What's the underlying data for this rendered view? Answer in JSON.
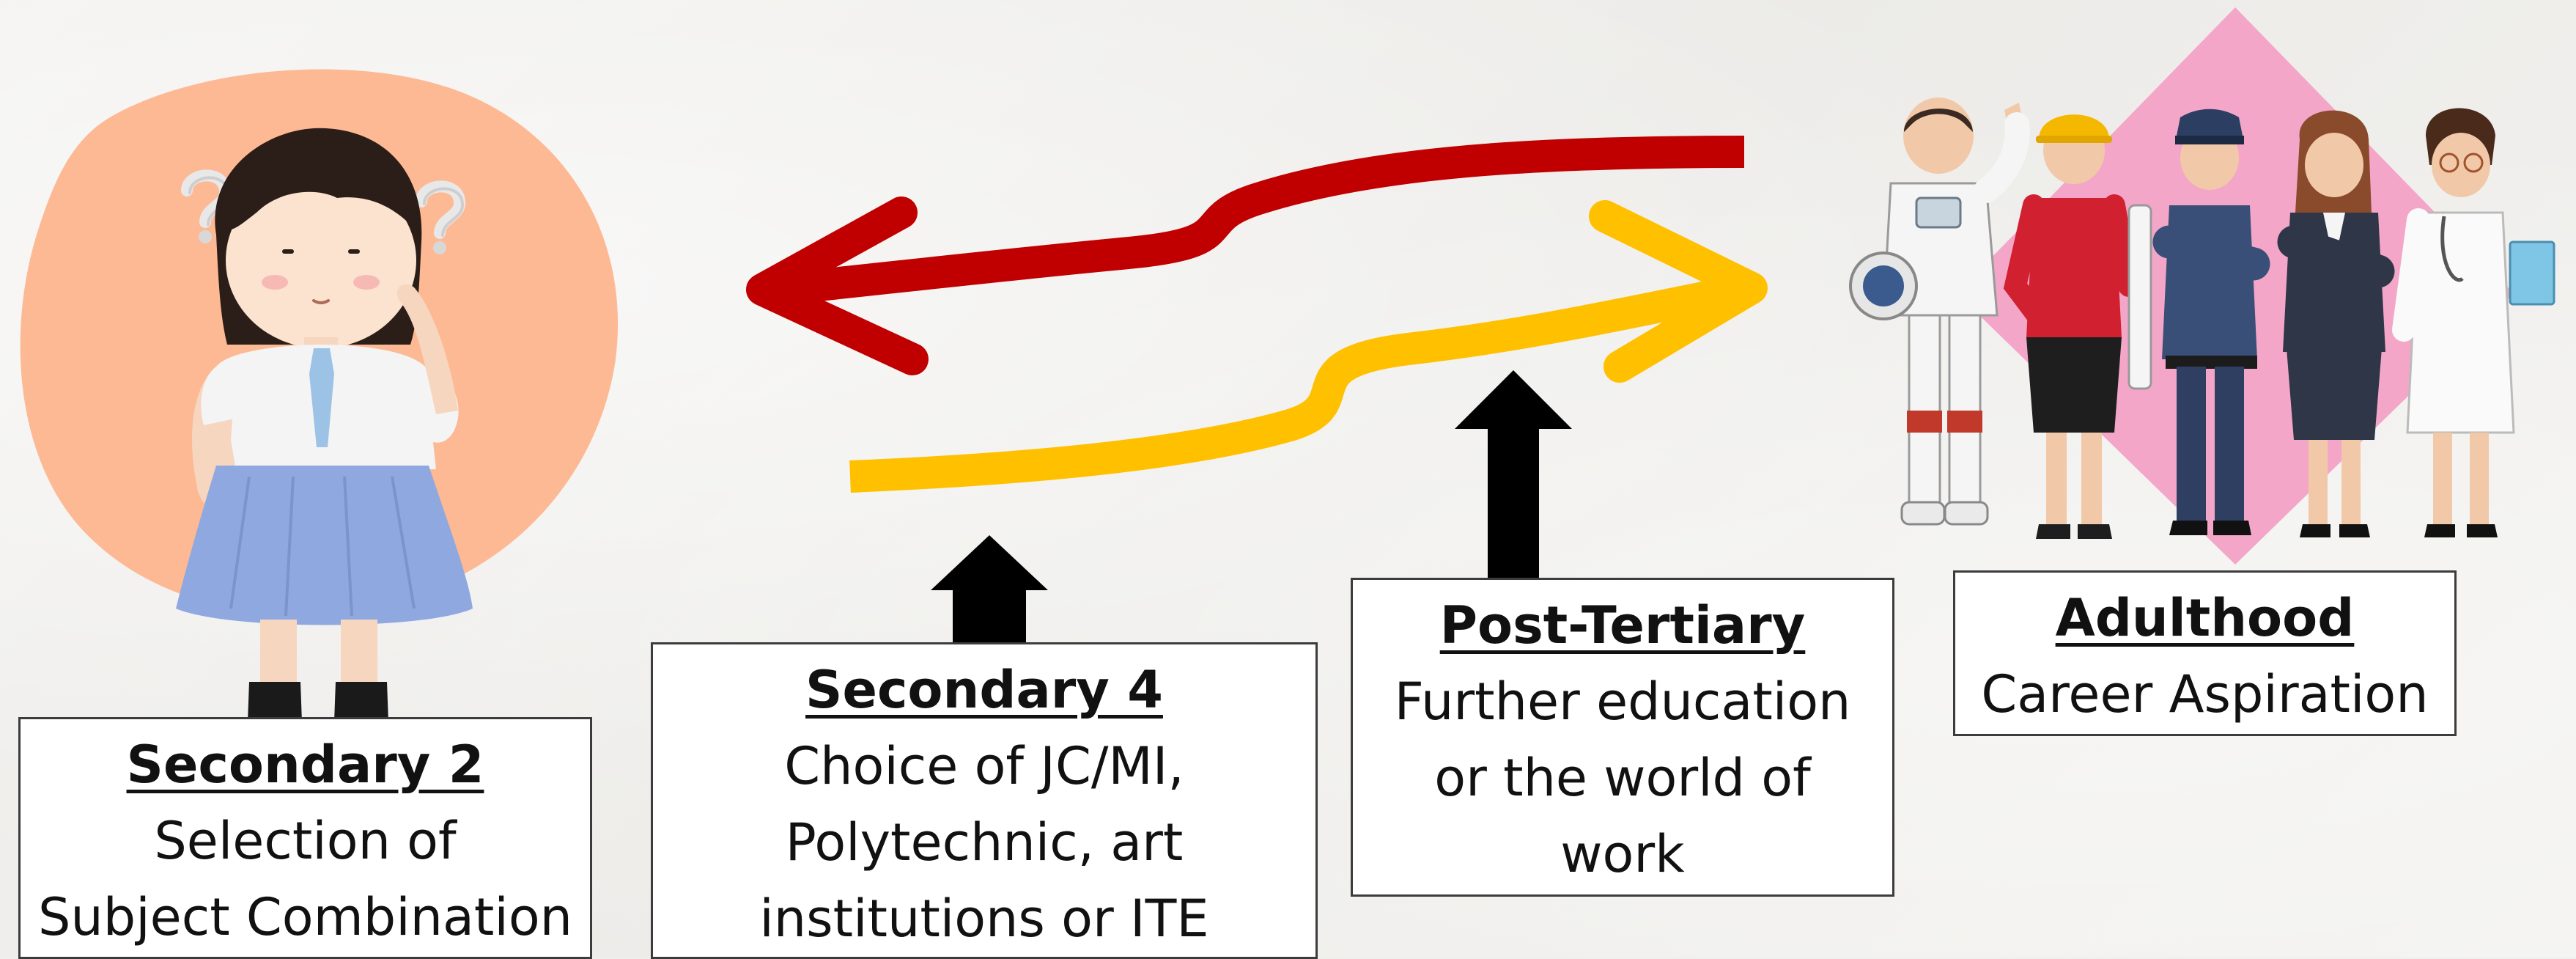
{
  "stages": [
    {
      "title": "Secondary 2",
      "lines": [
        "Selection of",
        "Subject Combination"
      ]
    },
    {
      "title": "Secondary 4",
      "lines": [
        "Choice of JC/MI,",
        "Polytechnic, art",
        "institutions or ITE"
      ]
    },
    {
      "title": "Post-Tertiary",
      "lines": [
        "Further education",
        "or the world of",
        "work"
      ]
    },
    {
      "title": "Adulthood",
      "lines": [
        "Career Aspiration"
      ]
    }
  ],
  "colors": {
    "background": "#f0efed",
    "blob": "#fdb993",
    "arrow_back": "#c00000",
    "arrow_forward": "#ffc000",
    "up_arrow": "#000000",
    "workers_diamond": "#f4a6c8"
  },
  "icons": {
    "girl": "thinking-girl-illustration",
    "question_marks": "question-mark-icon",
    "workers": "career-workers-illustration"
  }
}
